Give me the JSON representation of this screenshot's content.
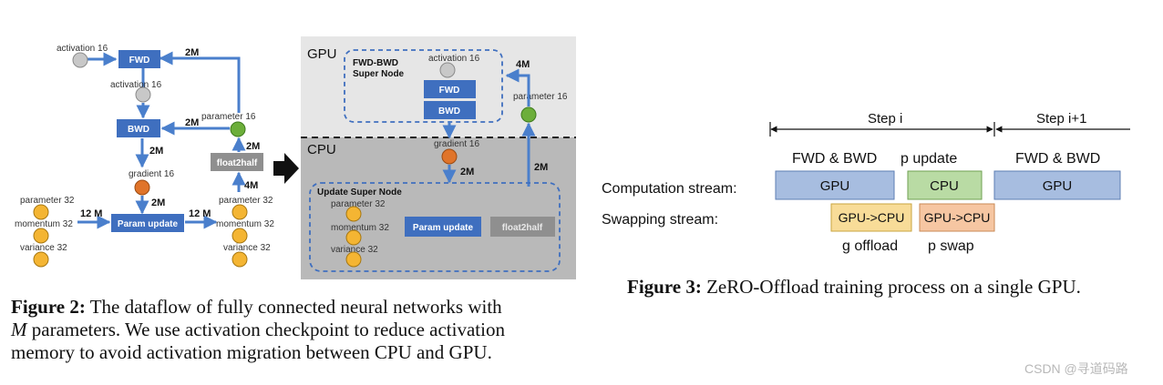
{
  "figure2": {
    "labels": {
      "activation_top": "activation 16",
      "fwd": "FWD",
      "activation_mid": "activation 16",
      "bwd": "BWD",
      "parameter16": "parameter 16",
      "gradient16": "gradient 16",
      "parameter32_left": "parameter 32",
      "momentum32_left": "momentum 32",
      "variance32_left": "variance 32",
      "param_update": "Param update",
      "parameter32_right": "parameter 32",
      "momentum32_right": "momentum 32",
      "variance32_right": "variance 32",
      "float2half": "float2half",
      "m2_top": "2M",
      "m2_bwd": "2M",
      "m2_grad": "2M",
      "m2_paramupd": "2M",
      "m2_float2half": "2M",
      "m4_float2half": "4M",
      "m12_left": "12 M",
      "m12_right": "12 M"
    },
    "gpu_panel": {
      "title": "GPU",
      "node_title": "FWD-BWD\nSuper Node",
      "node_title_line1": "FWD-BWD",
      "node_title_line2": "Super Node",
      "activation": "activation 16",
      "fwd": "FWD",
      "bwd": "BWD",
      "parameter": "parameter 16",
      "m4": "4M"
    },
    "cpu_panel": {
      "title": "CPU",
      "gradient": "gradient 16",
      "m2_grad": "2M",
      "m2_param": "2M",
      "node_title": "Update Super Node",
      "parameter": "parameter 32",
      "momentum": "momentum 32",
      "variance": "variance 32",
      "param_update": "Param update",
      "float2half": "float2half"
    },
    "caption": {
      "label": "Figure 2:",
      "line1_text": " The dataflow of fully connected neural networks with",
      "line2_m": "M",
      "line2_text": " parameters. We use activation checkpoint to reduce activation",
      "line3": "memory to avoid activation migration between CPU and GPU."
    }
  },
  "figure3": {
    "step_i": "Step i",
    "step_i1": "Step i+1",
    "fwd_bwd_1": "FWD & BWD",
    "p_update": "p update",
    "fwd_bwd_2": "FWD & BWD",
    "computation_stream": "Computation stream:",
    "swapping_stream": "Swapping stream:",
    "gpu_1": "GPU",
    "cpu": "CPU",
    "gpu_2": "GPU",
    "gpu_to_cpu_1": "GPU->CPU",
    "gpu_to_cpu_2": "GPU->CPU",
    "g_offload": "g offload",
    "p_swap": "p swap",
    "caption_label": "Figure 3:",
    "caption_text": " ZeRO-Offload training process on a single GPU."
  },
  "watermark": "CSDN @寻道码路",
  "colors": {
    "node_blue": "#3f6fbf",
    "arrow_blue": "#4a7fcc",
    "gpu_bg": "#e6e6e6",
    "cpu_bg": "#b9b9b9",
    "gray_circle": "#c8c8c8",
    "green_circle": "#6cae3a",
    "orange_circle": "#e0742a",
    "yellow_circle": "#f4b533",
    "gpu_block": "#a7bde0",
    "cpu_block": "#b9dba4",
    "g_swap_block": "#f8dc98",
    "p_swap_block": "#f6c6a2"
  }
}
